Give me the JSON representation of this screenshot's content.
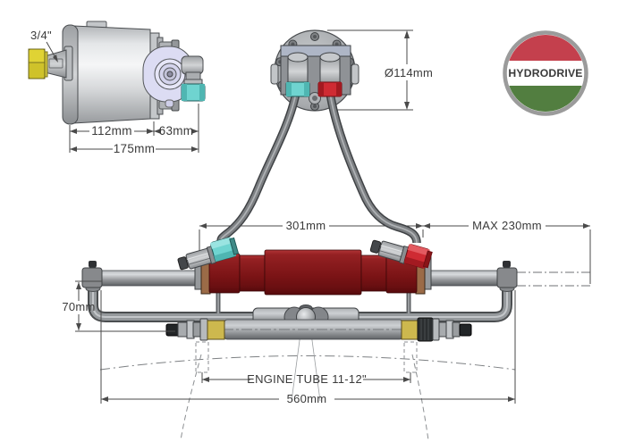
{
  "drawing": {
    "product": "HYDRODRIVE outboard hydraulic steering system",
    "views": {
      "helm_side": "Helm pump side view",
      "helm_rear": "Helm pump rear view",
      "cylinder_front": "Steering cylinder on engine tube front view"
    }
  },
  "logo": {
    "text": "HYDRODRIVE",
    "ring_color": "#9b9b9b",
    "red": "#c4404d",
    "white": "#ffffff",
    "green": "#527e40",
    "text_color": "#3b3b3b"
  },
  "helm_side_view": {
    "shaft_size": "3/4\"",
    "dim_body": "112mm",
    "dim_fitting": "63mm",
    "dim_total": "175mm"
  },
  "helm_rear_view": {
    "dim_diameter": "Ø114mm"
  },
  "cylinder_view": {
    "dim_body": "301mm",
    "dim_stroke": "MAX 230mm",
    "dim_drop": "70mm",
    "dim_engine_tube": "ENGINE TUBE 11-12\"",
    "dim_overall": "560mm"
  },
  "colors": {
    "cylinder_red": "#7c1316",
    "port_teal": "#6fd4d0",
    "port_red": "#cf2b33",
    "brass_yellow": "#cdb84e",
    "shaft_nut_yellow": "#e0d334",
    "hose_grey": "#7c7f82",
    "steel_grey": "#a9acaf",
    "pump_lavender": "#dcdcf3",
    "dim_line_color": "#4a4a4a"
  }
}
